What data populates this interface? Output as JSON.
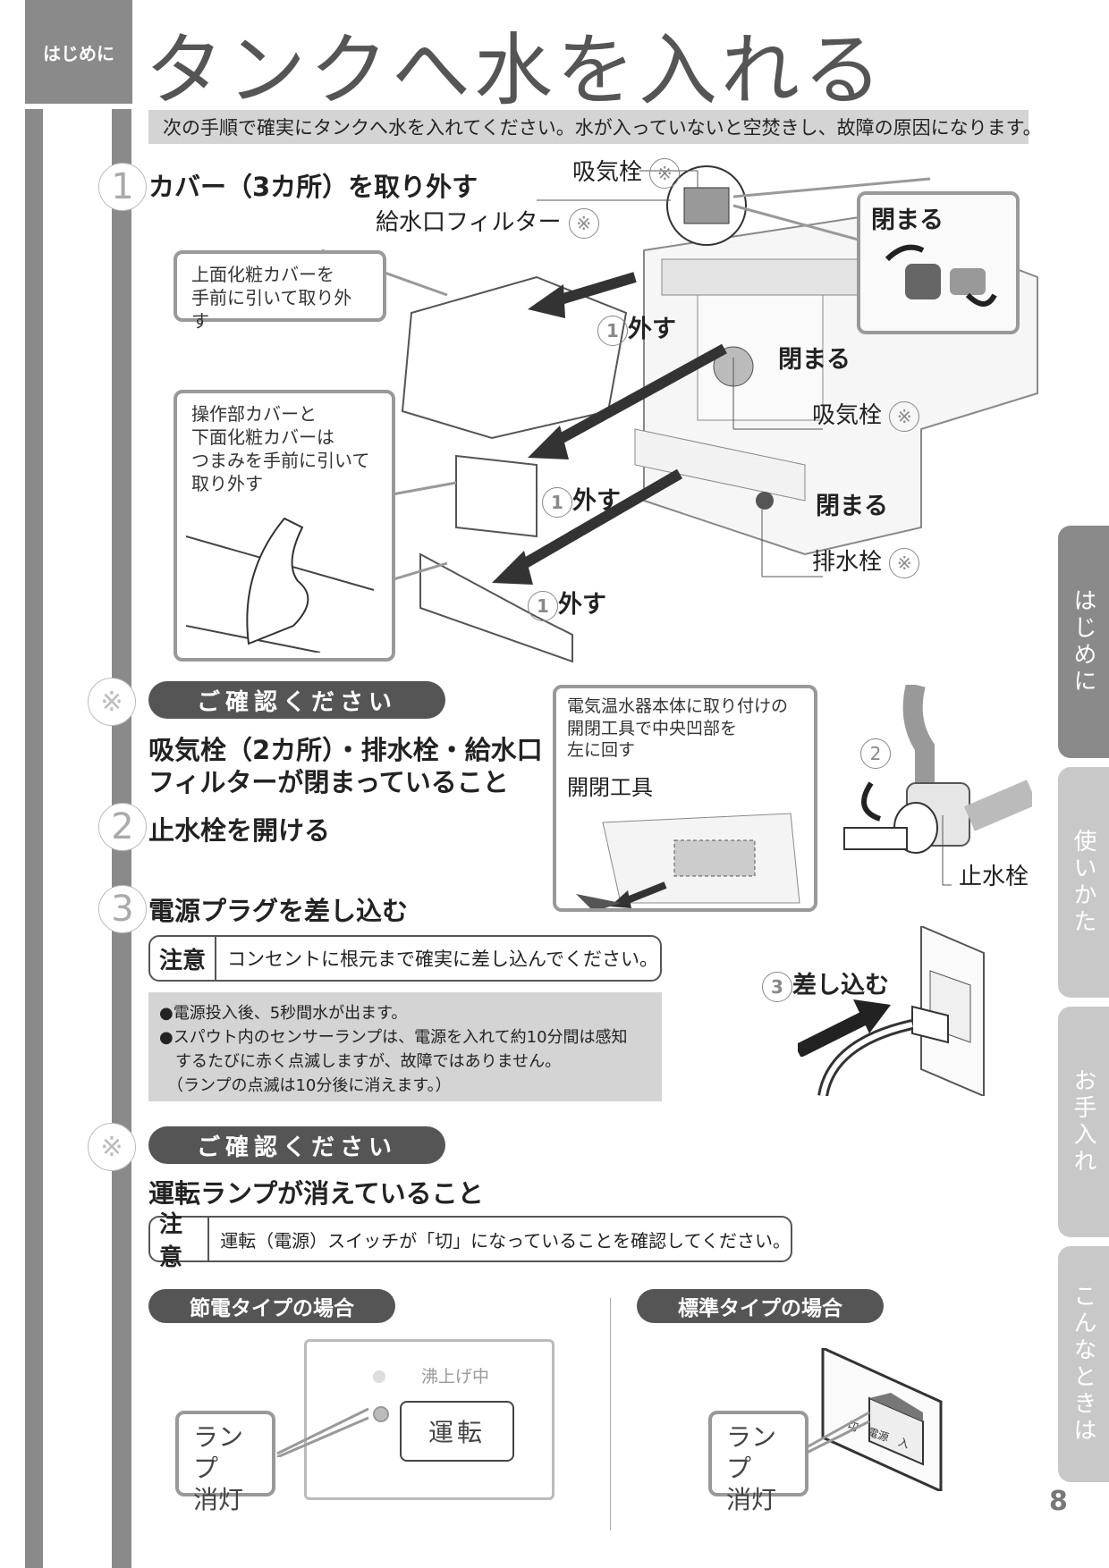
{
  "section_tab": "はじめに",
  "title": "タンクへ水を入れる",
  "intro": "次の手順で確実にタンクへ水を入れてください。水が入っていないと空焚きし、故障の原因になります。",
  "steps": [
    {
      "num": "1",
      "text": "カバー（3カ所）を取り外す"
    },
    {
      "num": "2",
      "text": "止水栓を開ける"
    },
    {
      "num": "3",
      "text": "電源プラグを差し込む"
    }
  ],
  "kome": "※",
  "step1_labels": {
    "intake_valve_top": "吸気栓",
    "filter": "給水口フィルター",
    "close_1": "閉まる",
    "close_2": "閉まる",
    "close_3": "閉まる",
    "intake_valve_mid": "吸気栓",
    "drain_valve": "排水栓",
    "remove_1": "外す",
    "remove_2": "外す",
    "remove_3": "外す",
    "circle_num": "1",
    "callout_top": [
      "上面化粧カバーを",
      "手前に引いて取り外す"
    ],
    "callout_mid": [
      "操作部カバーと",
      "下面化粧カバーは",
      "つまみを手前に引いて",
      "取り外す"
    ]
  },
  "confirm_1": {
    "pill": "ご確認ください",
    "lines": [
      "吸気栓（2カ所）・排水栓・給水口",
      "フィルターが閉まっていること"
    ]
  },
  "step2_callout": {
    "lines": [
      "電気温水器本体に取り付けの",
      "開閉工具で中央凹部を",
      "左に回す"
    ],
    "tool_label": "開閉工具",
    "circle_num": "2",
    "stop_valve": "止水栓"
  },
  "step3": {
    "note_label": "注意",
    "note_text": "コンセントに根元まで確実に差し込んでください。",
    "bullets": [
      "●電源投入後、5秒間水が出ます。",
      "●スパウト内のセンサーランプは、電源を入れて約10分間は感知",
      "　するたびに赤く点滅しますが、故障ではありません。",
      "　（ランプの点滅は10分後に消えます。）"
    ],
    "circle_num": "3",
    "plug_label": "差し込む"
  },
  "confirm_2": {
    "pill": "ご確認ください",
    "line": "運転ランプが消えていること",
    "note_label": "注意",
    "note_text": "運転（電源）スイッチが「切」になっていることを確認してください。"
  },
  "types": {
    "eco": {
      "pill": "節電タイプの場合",
      "heating": "沸上げ中",
      "button": "運転",
      "lamp": [
        "ランプ",
        "消灯"
      ]
    },
    "standard": {
      "pill": "標準タイプの場合",
      "lamp": [
        "ランプ",
        "消灯"
      ],
      "switch_label_off": "切",
      "switch_label_power": "電源",
      "switch_label_on": "入"
    }
  },
  "side_tabs": [
    "はじめに",
    "使いかた",
    "お手入れ",
    "こんなときは"
  ],
  "page_number": "8",
  "colors": {
    "dark_gray": "#555555",
    "mid_gray": "#8a8a8a",
    "light_gray": "#d4d4d4",
    "tab_inactive": "#c8c8c8"
  }
}
